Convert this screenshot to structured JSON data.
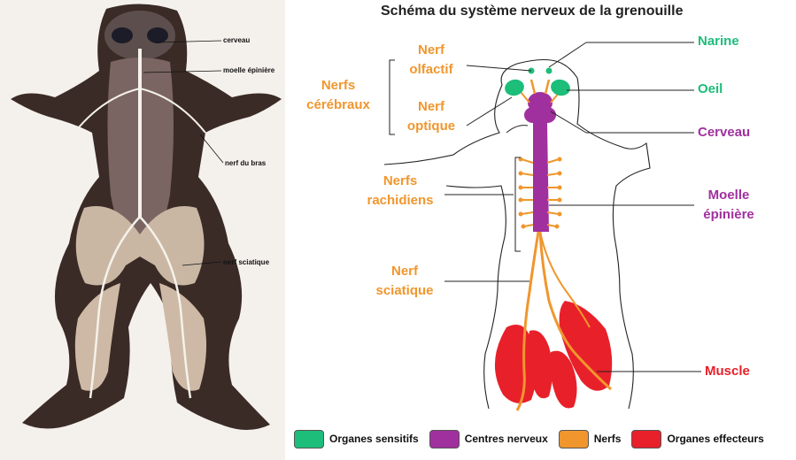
{
  "photo": {
    "labels": {
      "brain": "cerveau",
      "spinal_cord": "moelle épinière",
      "arm_nerve": "nerf du bras",
      "sciatic_nerve": "nerf sciatique"
    }
  },
  "diagram": {
    "title": "Schéma du système nerveux de la grenouille",
    "labels": {
      "cranial_nerves_1": "Nerfs",
      "cranial_nerves_2": "cérébraux",
      "olfactory_nerve_1": "Nerf",
      "olfactory_nerve_2": "olfactif",
      "optic_nerve_1": "Nerf",
      "optic_nerve_2": "optique",
      "spinal_nerves_1": "Nerfs",
      "spinal_nerves_2": "rachidiens",
      "sciatic_nerve_1": "Nerf",
      "sciatic_nerve_2": "sciatique",
      "nostril": "Narine",
      "eye": "Oeil",
      "brain": "Cerveau",
      "spinal_cord_1": "Moelle",
      "spinal_cord_2": "épinière",
      "muscle": "Muscle"
    },
    "colors": {
      "sensory": "#1dbd7a",
      "nerve_centers": "#a0309e",
      "nerves": "#f0962d",
      "effectors": "#e8202a"
    }
  },
  "legend": {
    "items": [
      {
        "label": "Organes sensitifs",
        "color": "#1dbd7a"
      },
      {
        "label": "Centres nerveux",
        "color": "#a0309e"
      },
      {
        "label": "Nerfs",
        "color": "#f0962d"
      },
      {
        "label": "Organes effecteurs",
        "color": "#e8202a"
      }
    ]
  }
}
